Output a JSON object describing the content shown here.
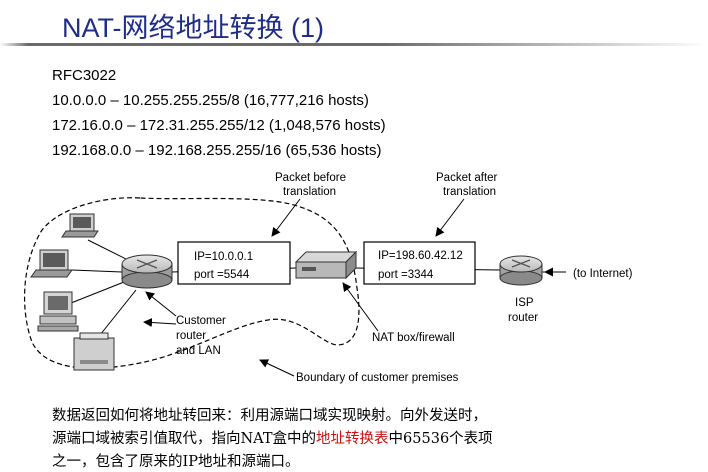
{
  "title": "NAT-网络地址转换 (1)",
  "rfc": "RFC3022",
  "ranges": [
    "10.0.0.0 – 10.255.255.255/8 (16,777,216 hosts)",
    "172.16.0.0 – 172.31.255.255/12 (1,048,576 hosts)",
    "192.168.0.0 – 192.168.255.255/16 (65,536 hosts)"
  ],
  "diagram": {
    "label_before": [
      "Packet before",
      "translation"
    ],
    "label_after": [
      "Packet after",
      "translation"
    ],
    "packet_before": {
      "ip": "IP=10.0.0.1",
      "port": "port =5544"
    },
    "packet_after": {
      "ip": "IP=198.60.42.12",
      "port": "port =3344"
    },
    "to_internet": "(to Internet)",
    "isp_router": [
      "ISP",
      "router"
    ],
    "customer": [
      "Customer",
      "router",
      "and LAN"
    ],
    "nat_box": "NAT box/firewall",
    "boundary": "Boundary of customer premises"
  },
  "caption": {
    "line1": "数据返回如何将地址转回来：利用源端口域实现映射。向外发送时，",
    "line2_pre": "源端口域被索引值取代，指向NAT盒中的",
    "line2_highlight": "地址转换表",
    "line2_post": "中65536个表项",
    "line3": "之一，包含了原来的IP地址和源端口。",
    "highlight_color": "#d01010"
  }
}
